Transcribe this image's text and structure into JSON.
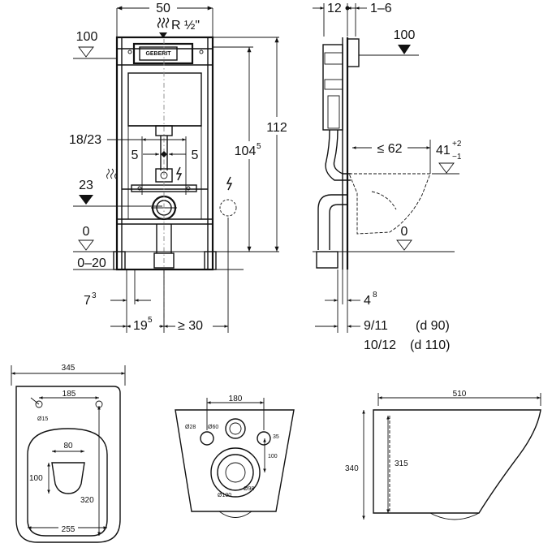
{
  "front": {
    "width": "50",
    "pipe_thread": "R ½\"",
    "level_top": "100",
    "height_total": "112",
    "height_frame_main": "104",
    "height_frame_sup": "5",
    "flush_bend": "18/23",
    "offset_left": "5",
    "offset_right": "5",
    "level_23": "23",
    "level_0": "0",
    "range_0_20": "0–20",
    "dim_7_main": "7",
    "dim_7_sup": "3",
    "dim_19_main": "19",
    "dim_19_sup": "5",
    "dim_min30": "≥ 30"
  },
  "side": {
    "depth_12": "12",
    "depth_1_6": "1–6",
    "level_top": "100",
    "reach": "≤ 62",
    "height_41": "41",
    "height_41_plus": "+2",
    "height_41_minus": "−1",
    "level_0": "0",
    "dim_4_main": "4",
    "dim_4_sup": "8",
    "outlet_1": "9/11",
    "outlet_1_d": "(d 90)",
    "outlet_2": "10/12",
    "outlet_2_d": "(d 110)"
  },
  "top_view": {
    "width": "345",
    "bolt_spacing": "185",
    "bolt_dia": "Ø15",
    "bowl_width": "80",
    "bowl_depth": "100",
    "bowl_length": "320",
    "bowl_back": "255"
  },
  "back_view": {
    "bolt_spacing": "180",
    "dia_28": "Ø28",
    "dia_60": "Ø60",
    "dim_35": "35",
    "dim_100": "100",
    "dia_100": "Ø100",
    "dia_98": "Ø98"
  },
  "side_view": {
    "length": "510",
    "height": "340",
    "height_inner": "315"
  }
}
